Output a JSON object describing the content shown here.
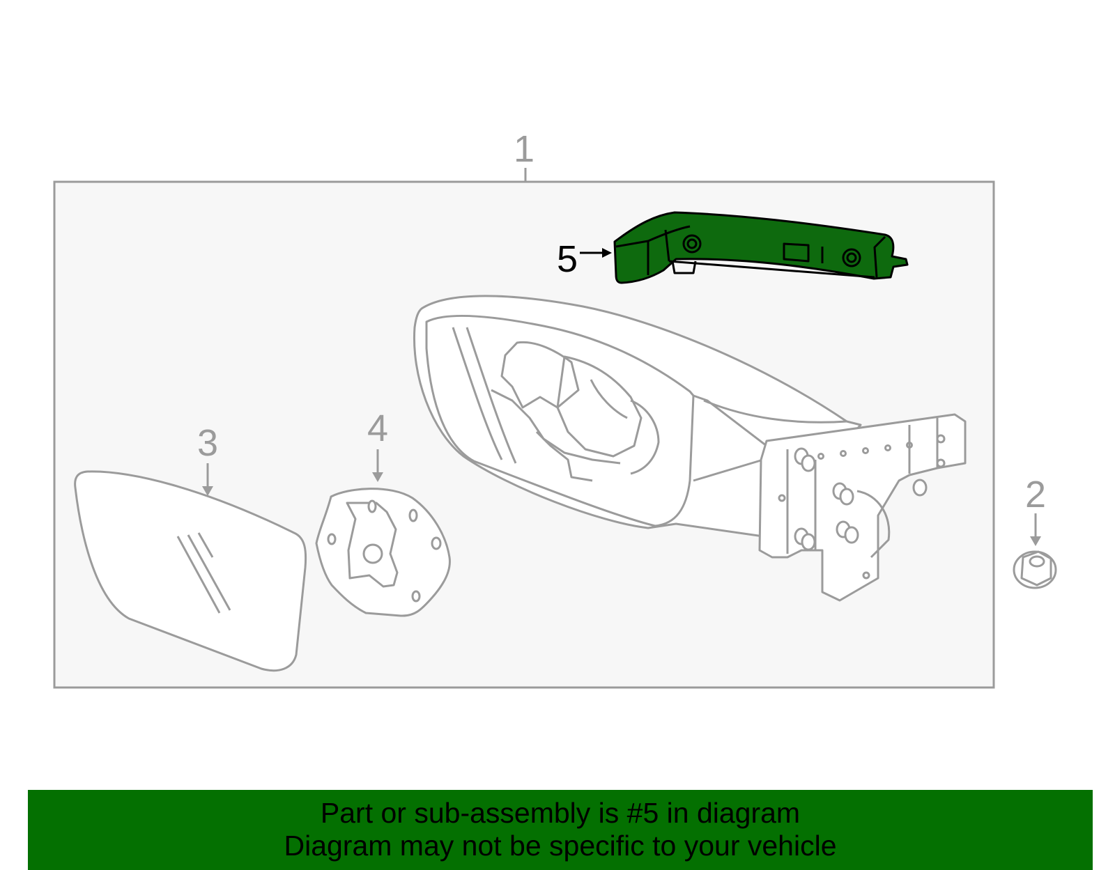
{
  "callouts": {
    "c1": "1",
    "c2": "2",
    "c3": "3",
    "c4": "4",
    "c5": "5"
  },
  "highlighted_part": "5",
  "banner": {
    "line1": "Part or sub-assembly is #5 in diagram",
    "line2": "Diagram may not be specific to your vehicle"
  },
  "colors": {
    "highlight": "#0e6a0e",
    "banner": "#047001",
    "line_art": "#9b9b9b",
    "panel": "#f7f7f7"
  }
}
